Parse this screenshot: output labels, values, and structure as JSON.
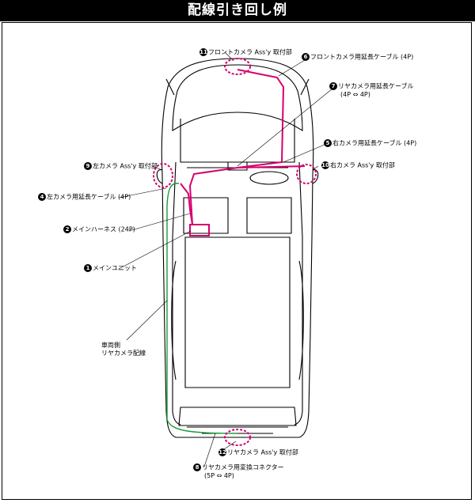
{
  "title": "配線引き回し例",
  "labels": {
    "l11": {
      "num": "11",
      "text": "フロントカメラ Ass'y 取付部"
    },
    "l6": {
      "num": "6",
      "text": "フロントカメラ用延長ケーブル (4P)"
    },
    "l7": {
      "num": "7",
      "text": "リヤカメラ用延長ケーブル",
      "sub": "(4P ⇔ 4P)"
    },
    "l5": {
      "num": "5",
      "text": "右カメラ用延長ケーブル (4P)"
    },
    "l9": {
      "num": "9",
      "text": "左カメラ Ass'y 取付部"
    },
    "l10": {
      "num": "10",
      "text": "右カメラ Ass'y 取付部"
    },
    "l4": {
      "num": "4",
      "text": "左カメラ用延長ケーブル (4P)"
    },
    "l2": {
      "num": "2",
      "text": "メインハーネス (24P)"
    },
    "l1": {
      "num": "1",
      "text": "メインユニット"
    },
    "lcar": {
      "line1": "車両側",
      "line2": "リヤカメラ配線"
    },
    "l12": {
      "num": "12",
      "text": "リヤカメラ Ass'y 取付部"
    },
    "l8": {
      "num": "8",
      "text": "リヤカメラ用変換コネクター",
      "sub": "(5P ⇔ 4P)"
    }
  },
  "colors": {
    "magenta": "#d6006e",
    "green": "#1a9a3a"
  }
}
